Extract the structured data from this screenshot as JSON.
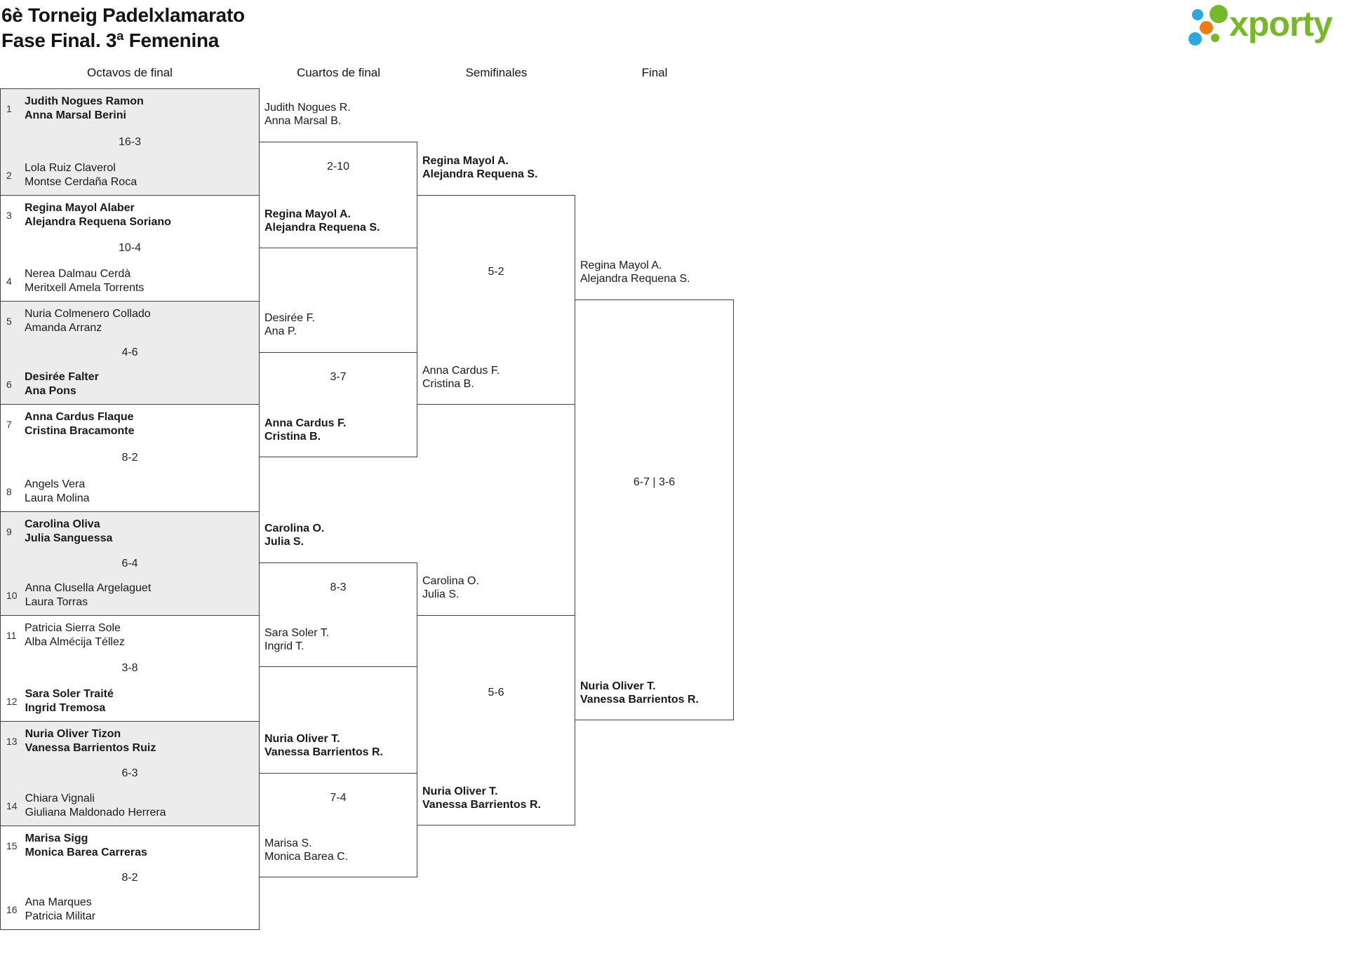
{
  "header": {
    "title_line1": "6è Torneig Padelxlamarato",
    "title_line2": "Fase Final. 3ª Femenina",
    "logo_text": "xporty"
  },
  "columns": [
    "Octavos de final",
    "Cuartos de final",
    "Semifinales",
    "Final"
  ],
  "colors": {
    "logo_green": "#76b82a",
    "logo_blue": "#2ea9e0",
    "logo_orange": "#ee7d11",
    "match_gray_fill": "#ececec",
    "line_color": "#424242"
  },
  "rounds": {
    "octavos": [
      {
        "seed1": "1",
        "team1": [
          "Judith Nogues Ramon",
          "Anna Marsal Berini"
        ],
        "score": "16-3",
        "seed2": "2",
        "team2": [
          "Lola Ruiz Claverol",
          "Montse Cerdaña Roca"
        ],
        "winner": "team1"
      },
      {
        "seed1": "3",
        "team1": [
          "Regina Mayol Alaber",
          "Alejandra Requena Soriano"
        ],
        "score": "10-4",
        "seed2": "4",
        "team2": [
          "Nerea Dalmau Cerdà",
          "Meritxell Amela Torrents"
        ],
        "winner": "team1"
      },
      {
        "seed1": "5",
        "team1": [
          "Nuria Colmenero Collado",
          "Amanda Arranz"
        ],
        "score": "4-6",
        "seed2": "6",
        "team2": [
          "Desirée Falter",
          "Ana Pons"
        ],
        "winner": "team2"
      },
      {
        "seed1": "7",
        "team1": [
          "Anna Cardus Flaque",
          "Cristina Bracamonte"
        ],
        "score": "8-2",
        "seed2": "8",
        "team2": [
          "Angels Vera",
          "Laura Molina"
        ],
        "winner": "team1"
      },
      {
        "seed1": "9",
        "team1": [
          "Carolina Oliva",
          "Julia Sanguessa"
        ],
        "score": "6-4",
        "seed2": "10",
        "team2": [
          "Anna Clusella Argelaguet",
          "Laura Torras"
        ],
        "winner": "team1"
      },
      {
        "seed1": "11",
        "team1": [
          "Patricia Sierra Sole",
          "Alba Almécija Téllez"
        ],
        "score": "3-8",
        "seed2": "12",
        "team2": [
          "Sara Soler Traité",
          "Ingrid Tremosa"
        ],
        "winner": "team2"
      },
      {
        "seed1": "13",
        "team1": [
          "Nuria Oliver Tizon",
          "Vanessa Barrientos Ruiz"
        ],
        "score": "6-3",
        "seed2": "14",
        "team2": [
          "Chiara Vignali",
          "Giuliana Maldonado Herrera"
        ],
        "winner": "team1"
      },
      {
        "seed1": "15",
        "team1": [
          "Marisa Sigg",
          "Monica Barea Carreras"
        ],
        "score": "8-2",
        "seed2": "16",
        "team2": [
          "Ana Marques",
          "Patricia Militar"
        ],
        "winner": "team1"
      }
    ],
    "cuartos": [
      {
        "team1": [
          "Judith Nogues R.",
          "Anna Marsal B."
        ],
        "score": "2-10",
        "team2": [
          "Regina Mayol A.",
          "Alejandra Requena S."
        ],
        "winner": "team2"
      },
      {
        "team1": [
          "Desirée F.",
          "Ana P."
        ],
        "score": "3-7",
        "team2": [
          "Anna Cardus F.",
          "Cristina B."
        ],
        "winner": "team2"
      },
      {
        "team1": [
          "Carolina O.",
          "Julia S."
        ],
        "score": "8-3",
        "team2": [
          "Sara Soler T.",
          "Ingrid T."
        ],
        "winner": "team1"
      },
      {
        "team1": [
          "Nuria Oliver T.",
          "Vanessa Barrientos R."
        ],
        "score": "7-4",
        "team2": [
          "Marisa S.",
          "Monica Barea C."
        ],
        "winner": "team1"
      }
    ],
    "semifinales": [
      {
        "team1": [
          "Regina Mayol A.",
          "Alejandra Requena S."
        ],
        "score": "5-2",
        "team2": [
          "Anna Cardus F.",
          "Cristina B."
        ],
        "winner": "team1"
      },
      {
        "team1": [
          "Carolina O.",
          "Julia S."
        ],
        "score": "5-6",
        "team2": [
          "Nuria Oliver T.",
          "Vanessa Barrientos R."
        ],
        "winner": "team2"
      }
    ],
    "final": {
      "team1": [
        "Regina Mayol A.",
        "Alejandra Requena S."
      ],
      "score": "6-7 | 3-6",
      "team2": [
        "Nuria Oliver T.",
        "Vanessa Barrientos R."
      ],
      "winner": "team2"
    }
  }
}
